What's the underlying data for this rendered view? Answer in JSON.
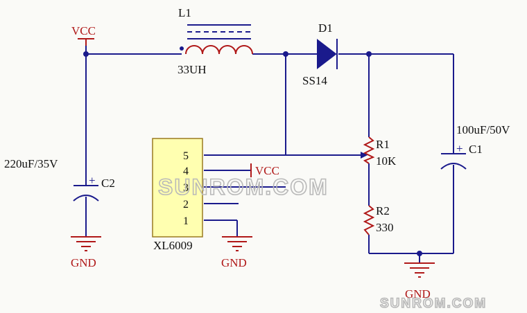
{
  "labels": {
    "vcc_top": "VCC",
    "vcc_pin": "VCC",
    "inductor_ref": "L1",
    "inductor_value": "33UH",
    "diode_ref": "D1",
    "diode_value": "SS14",
    "cap_in_ref": "C2",
    "cap_in_value": "220uF/35V",
    "cap_out_ref": "C1",
    "cap_out_value": "100uF/50V",
    "r1_ref": "R1",
    "r1_value": "10K",
    "r2_ref": "R2",
    "r2_value": "330",
    "ic_ref": "XL6009",
    "gnd_left": "GND",
    "gnd_mid": "GND",
    "gnd_right": "GND",
    "cap_plus": "+"
  },
  "ic_pins": [
    "5",
    "4",
    "3",
    "2",
    "1"
  ],
  "watermark": {
    "center": "SUNROM.COM",
    "corner": "SUNROM.COM"
  },
  "colors": {
    "wire": "#1a1a8c",
    "component": "#b01818",
    "ic_fill": "#ffffb0",
    "text_blue": "#16168a",
    "text_red": "#b01818"
  }
}
